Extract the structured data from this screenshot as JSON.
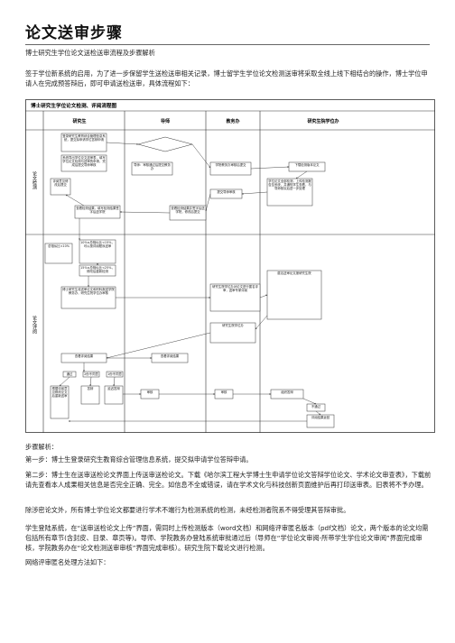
{
  "doc": {
    "title": "论文送审步骤",
    "subtitle": "博士研究生学位论文送检送审流程及步骤解析",
    "intro": "签于学位新系统的启用，为了进一步保留学生送检送审相关记录，博士留学生学位论文检测送审将采取全线上线下相结合的操作，博士学位申请人在完成预答辩后，即可申请送检送审，具体流程如下：",
    "analysis_label": "步骤解析：",
    "steps": [
      "第一步：博士生登录研究生教育综合管理信息系统，提交拟申请学位答辩申请。",
      "第二步：博士生在送审送检论文界面上传送审送检论文。下载《哈尔滨工程大学博士生申请学位论文答辩学位论文、学术论文审查表》，下载前请先查看本人成果相关信息是否完全正确、完全。如信息不全或错误，请在学术文化与科技创新页面维护后再打印送审表。旧表将不予办理。",
      "除涉密论文外，所有博士学位论文都要进行学术不端行为检测系统的检测，未经检测者院系不得受理其答辩审批。",
      "学生登陆系统，在“送审送检论文上传”界面，需同时上传检测版本（word文档）和网络评审匿名版本（pdf文档）论文，两个版本的论文均需包括所有章节(含封皮、目录、章页等)。导师、学院教务办登陆系统审批通过后（导师在“学位论文审阅-所带学生学位论文审阅”界面完成审核，学院教务办在“论文检测送审审核”界面完成审核）。研究生院下载论文进行检测。",
      "网络评审匿名处理方法如下："
    ]
  },
  "flow": {
    "title": "博士研究生学位论文检测、评阅流程图",
    "columns": [
      "研究生",
      "导师",
      "教务办",
      "研究生院学位办"
    ],
    "phase_check": "论文检测",
    "phase_review": "论文评阅",
    "boxes": {
      "b1": "登录研究生教育综合管理信息系统，提交拟申请学位答辩申请",
      "b2": "系统导出学位论文送审表，填写学位论文检测与送审的申请，完成后提交导师审核",
      "b3": "导师：审核通过后提交教务办",
      "b4": "学院教务办审核后提交",
      "b5": "下载检测版本论文",
      "b6": "学位论文全部检测，上传检测报告至系统，并通知学生查看，与导师核实后进一步处理",
      "b7": "检测通过",
      "b8": "检测未通过，修改后再次检测",
      "b9": "查看检测结果，填写检测结果签字后送学院",
      "b10": "查看检测结果并签字后送学院，修改后提交",
      "b11": "总相似比<10%",
      "b12": "10%≤总相似比<15%，可以按评阅程序送审",
      "b13": "15%≤总相似比<25%，修改后重新检测",
      "b14": "博士研究生将送审论文和材料报送学院教务办，研究生院学位办审核",
      "b15": "匿名送审论文报研究生院",
      "b16": "研究生院学位办对论文进行匿名评审，送审专家评阅",
      "b17": "查看评阅结果",
      "b18": "查看评阅结果",
      "b19": "评阅结果返回",
      "b20": "通过",
      "b21": "2份不同意",
      "b22": "1份不同意",
      "b23": "根据评阅意见修改论文后重新送审",
      "b24": "审核",
      "b25": "审核",
      "b26": "组织答辩",
      "b27": "不通过",
      "b28": "答辩",
      "b29": "延迟答辩",
      "b30": "评阅意见修改后提交",
      "b31": "提交导师审核",
      "b32": "研究生院学位办"
    }
  }
}
